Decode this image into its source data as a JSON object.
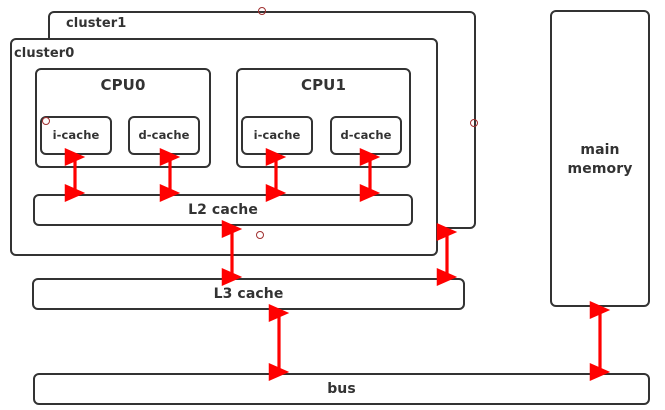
{
  "diagram": {
    "title": "cache hierarchy diagram",
    "accent_color": "#ff0000",
    "line_color": "#333333",
    "marker_color": "#a03030",
    "background": "#ffffff"
  },
  "clusters": [
    {
      "id": "cluster1",
      "label": "cluster1"
    },
    {
      "id": "cluster0",
      "label": "cluster0"
    }
  ],
  "cpus": [
    {
      "id": "cpu0",
      "label": "CPU0",
      "caches": [
        {
          "id": "cpu0-icache",
          "label": "i-cache"
        },
        {
          "id": "cpu0-dcache",
          "label": "d-cache"
        }
      ]
    },
    {
      "id": "cpu1",
      "label": "CPU1",
      "caches": [
        {
          "id": "cpu1-icache",
          "label": "i-cache"
        },
        {
          "id": "cpu1-dcache",
          "label": "d-cache"
        }
      ]
    }
  ],
  "shared": {
    "l2": "L2 cache",
    "l3": "L3 cache",
    "bus": "bus",
    "main_memory": "main\nmemory",
    "main_memory_line1": "main",
    "main_memory_line2": "memory"
  },
  "connections": [
    {
      "from": "cpu0-icache",
      "to": "l2",
      "style": "double-arrow"
    },
    {
      "from": "cpu0-dcache",
      "to": "l2",
      "style": "double-arrow"
    },
    {
      "from": "cpu1-icache",
      "to": "l2",
      "style": "double-arrow"
    },
    {
      "from": "cpu1-dcache",
      "to": "l2",
      "style": "double-arrow"
    },
    {
      "from": "l2",
      "to": "l3",
      "style": "double-arrow"
    },
    {
      "from": "cluster1",
      "to": "l3",
      "style": "double-arrow"
    },
    {
      "from": "l3",
      "to": "bus",
      "style": "double-arrow"
    },
    {
      "from": "main_memory",
      "to": "bus",
      "style": "double-arrow"
    }
  ],
  "markers": [
    {
      "id": "marker-cluster1-top",
      "shape": "circle"
    },
    {
      "id": "marker-cluster1-right",
      "shape": "circle"
    },
    {
      "id": "marker-cluster0-icache",
      "shape": "circle"
    },
    {
      "id": "marker-l2-below",
      "shape": "circle"
    }
  ]
}
